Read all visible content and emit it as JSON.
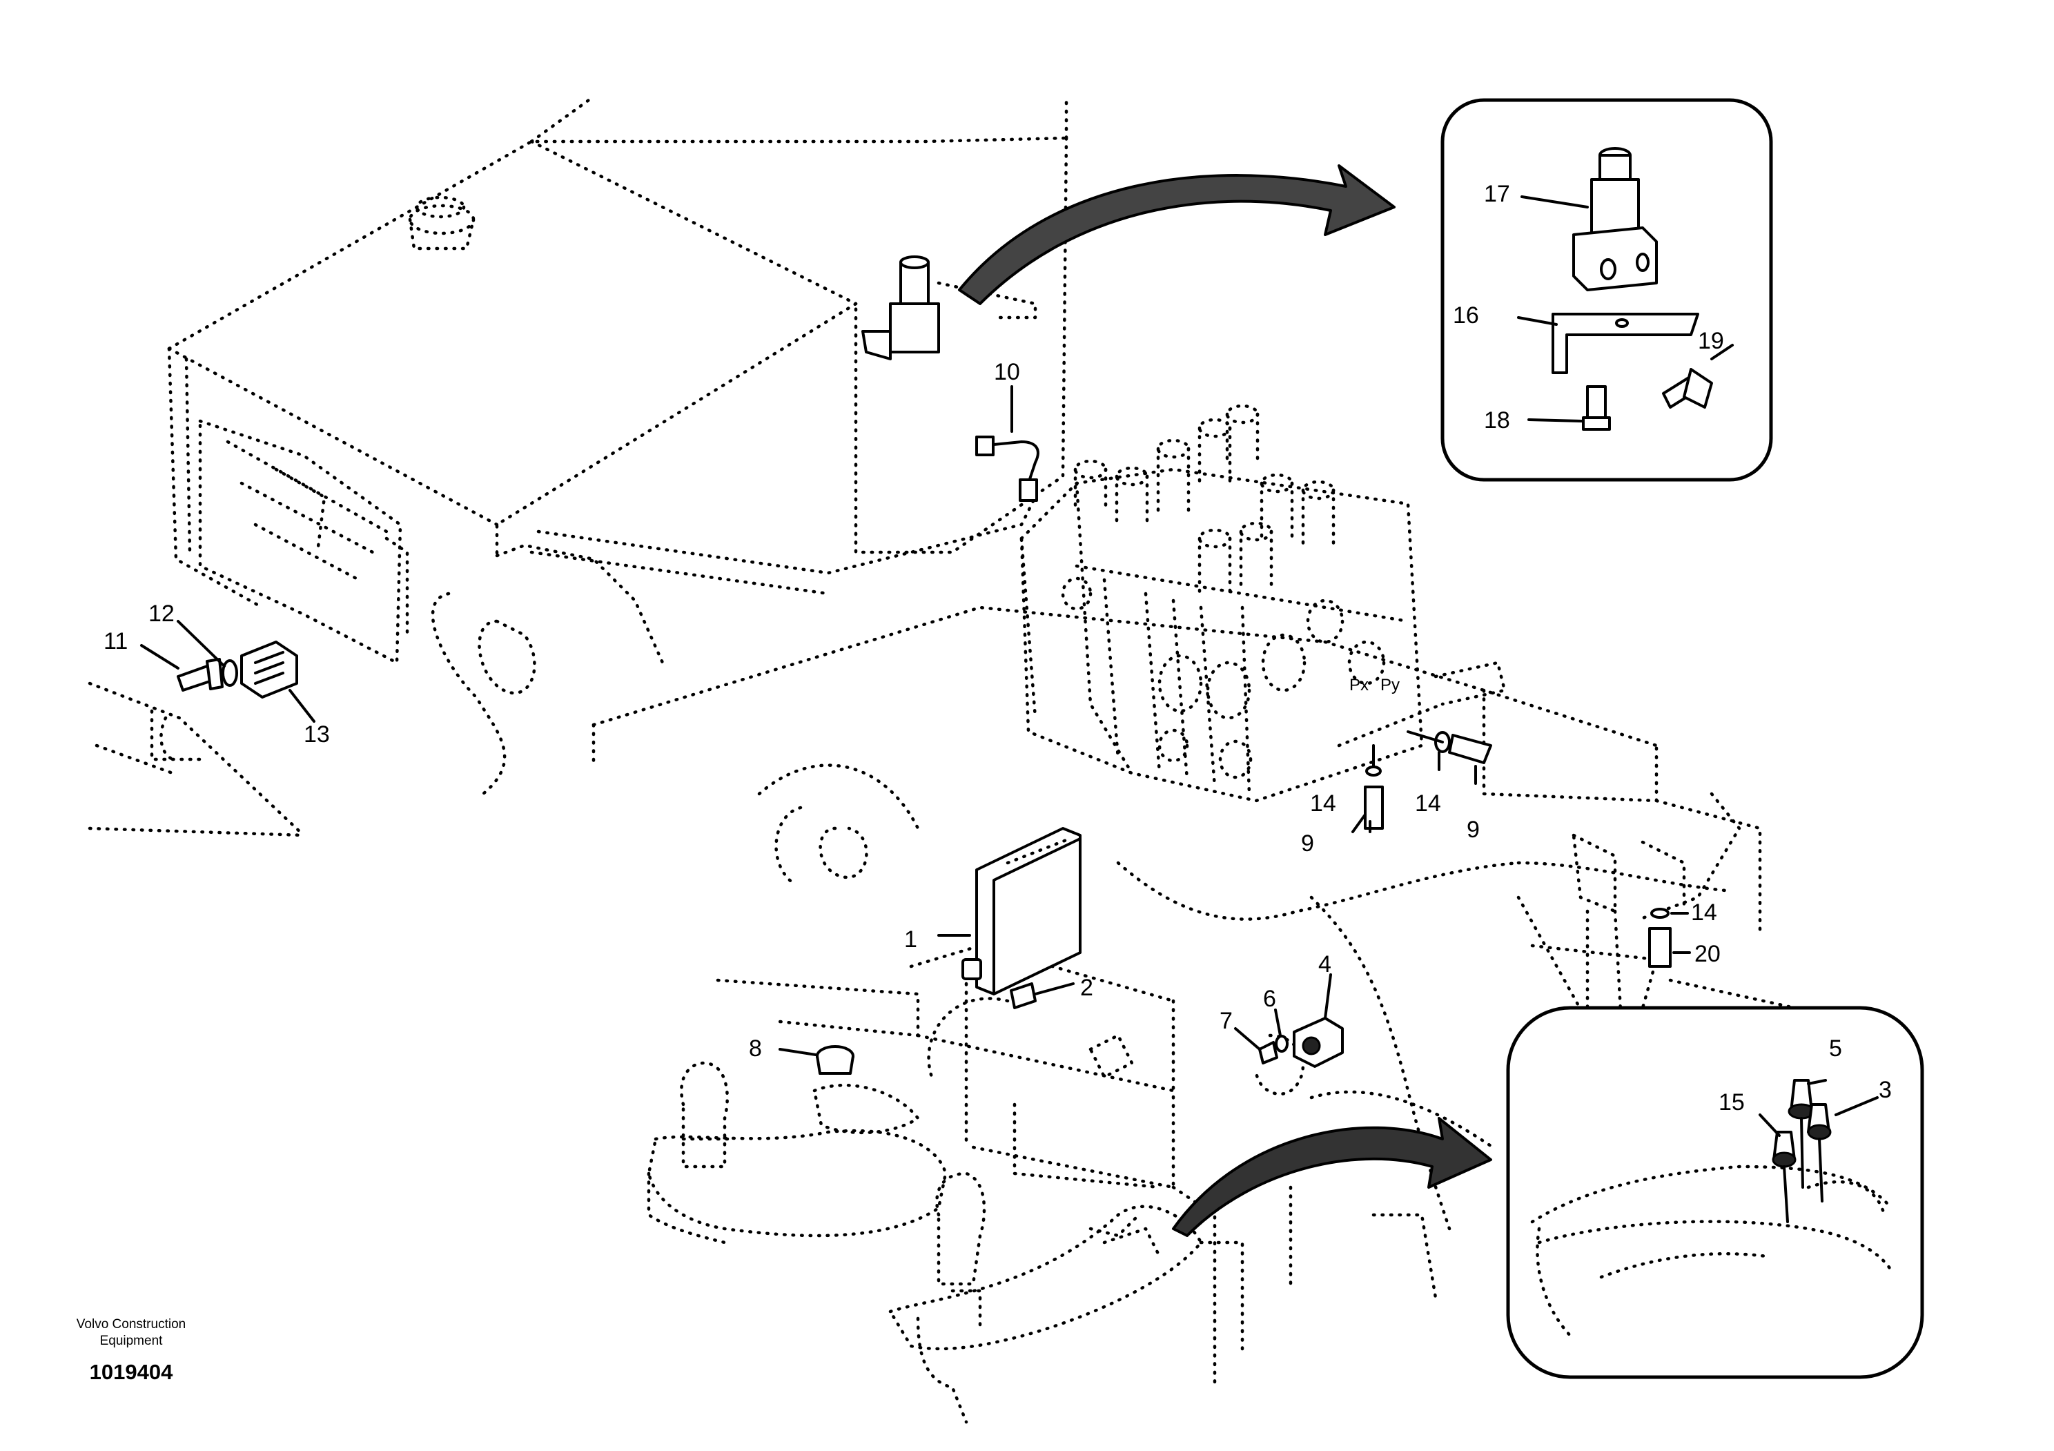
{
  "diagram": {
    "callouts": {
      "c1": "1",
      "c2": "2",
      "c3": "3",
      "c4": "4",
      "c5": "5",
      "c6": "6",
      "c7": "7",
      "c8": "8",
      "c9a": "9",
      "c9b": "9",
      "c10": "10",
      "c11": "11",
      "c12": "12",
      "c13": "13",
      "c14a": "14",
      "c14b": "14",
      "c14c": "14",
      "c15": "15",
      "c16": "16",
      "c17": "17",
      "c18": "18",
      "c19": "19",
      "c20": "20"
    },
    "port_labels": {
      "px": "Px",
      "py": "Py"
    }
  },
  "footer": {
    "company_line1": "Volvo Construction",
    "company_line2": "Equipment",
    "drawing_number": "1019404"
  }
}
